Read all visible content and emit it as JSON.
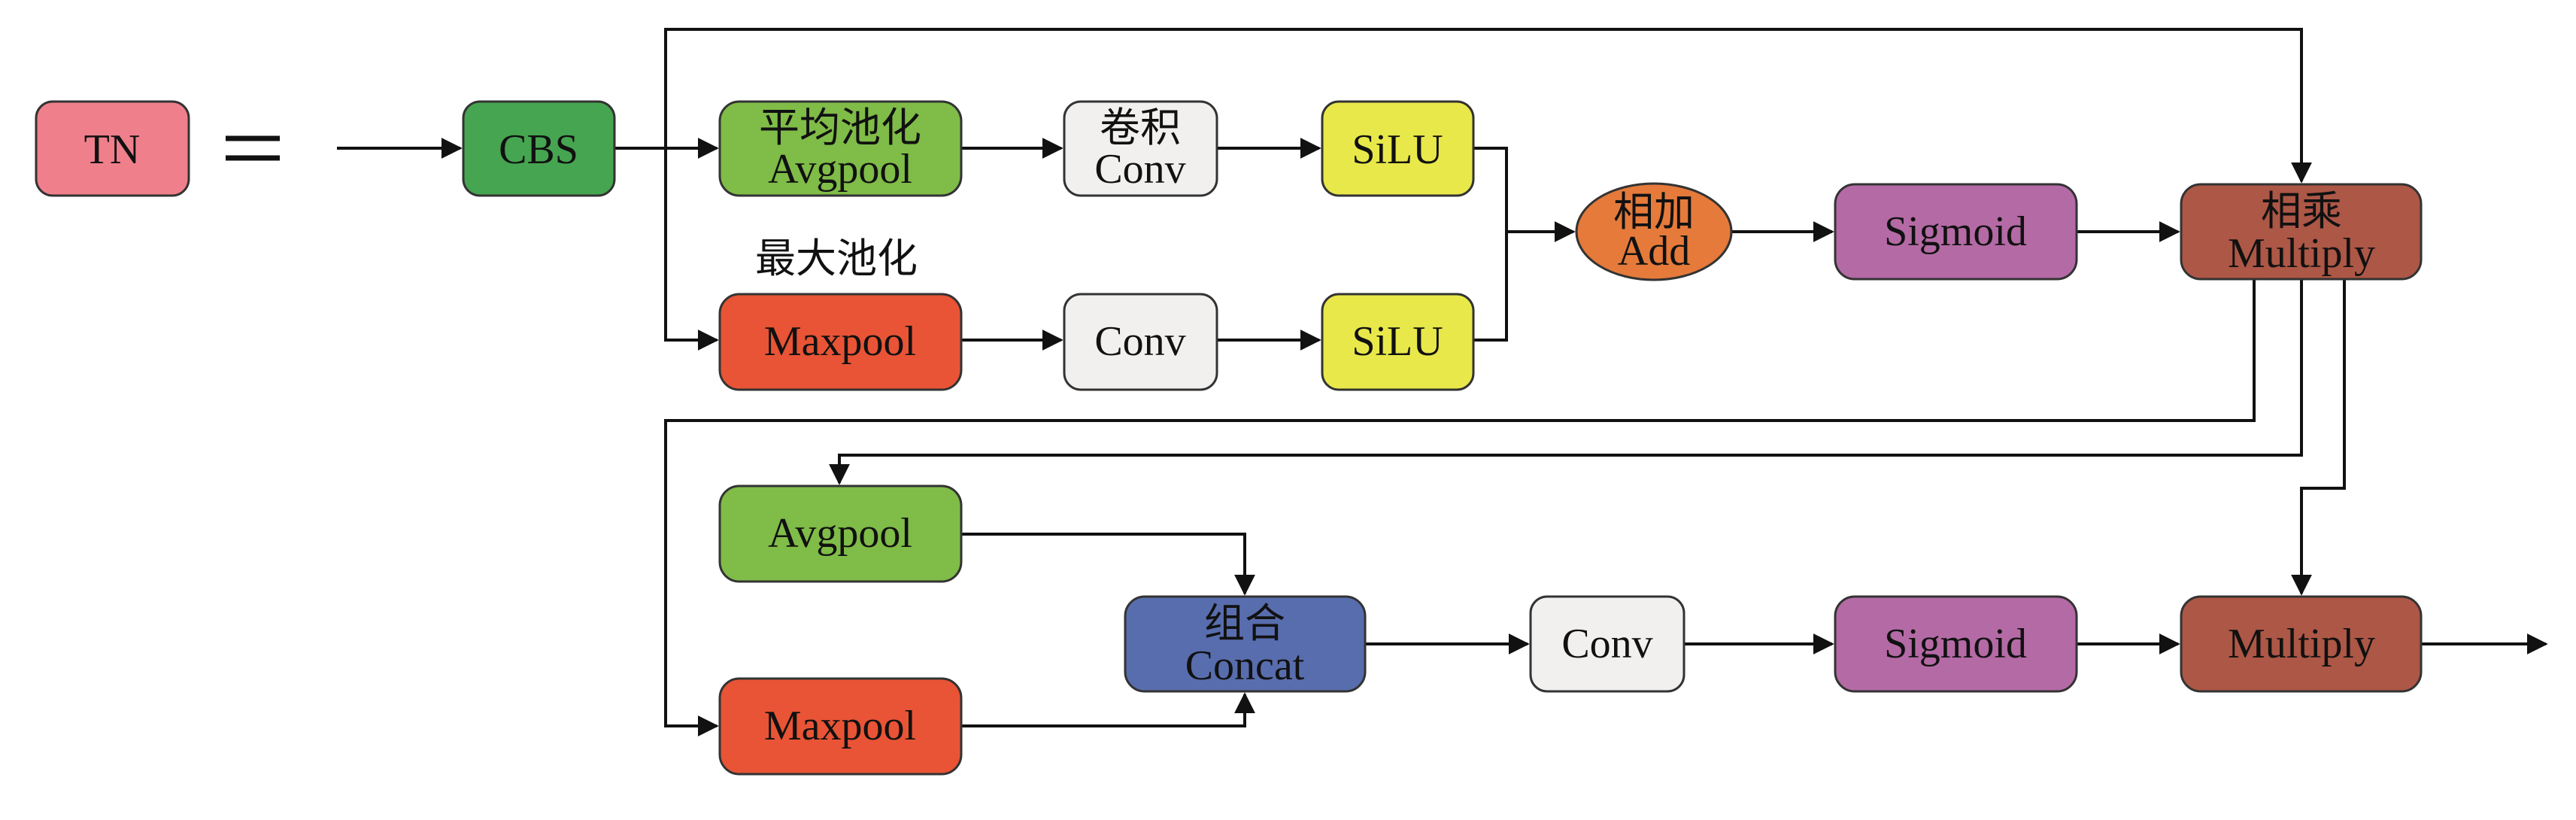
{
  "legend_block": {
    "label": "TN",
    "equals": "="
  },
  "nodes": {
    "cbs": {
      "label": "CBS",
      "color": "#46a550"
    },
    "avgpool_top": {
      "cn": "平均池化",
      "en": "Avgpool",
      "color": "#7fbc48"
    },
    "conv_top": {
      "cn": "卷积",
      "en": "Conv",
      "color": "#f1f0ee"
    },
    "silu_top": {
      "label": "SiLU",
      "color": "#e8e84a"
    },
    "maxpool_caption": "最大池化",
    "maxpool_top": {
      "label": "Maxpool",
      "color": "#e85435"
    },
    "conv_mid": {
      "label": "Conv",
      "color": "#f1f0ee"
    },
    "silu_mid": {
      "label": "SiLU",
      "color": "#e8e84a"
    },
    "add": {
      "cn": "相加",
      "en": "Add",
      "color": "#e57a3b"
    },
    "sigmoid_top": {
      "label": "Sigmoid",
      "color": "#b46aa5"
    },
    "multiply_top": {
      "cn": "相乘",
      "en": "Multiply",
      "color": "#ad5746"
    },
    "avgpool_bottom": {
      "label": "Avgpool",
      "color": "#7fbc48"
    },
    "maxpool_bottom": {
      "label": "Maxpool",
      "color": "#e85435"
    },
    "concat": {
      "cn": "组合",
      "en": "Concat",
      "color": "#586dad"
    },
    "conv_bottom": {
      "label": "Conv",
      "color": "#f1f0ee"
    },
    "sigmoid_bottom": {
      "label": "Sigmoid",
      "color": "#b46aa5"
    },
    "multiply_bottom": {
      "label": "Multiply",
      "color": "#ad5746"
    }
  },
  "tn_color": "#f07f8c"
}
